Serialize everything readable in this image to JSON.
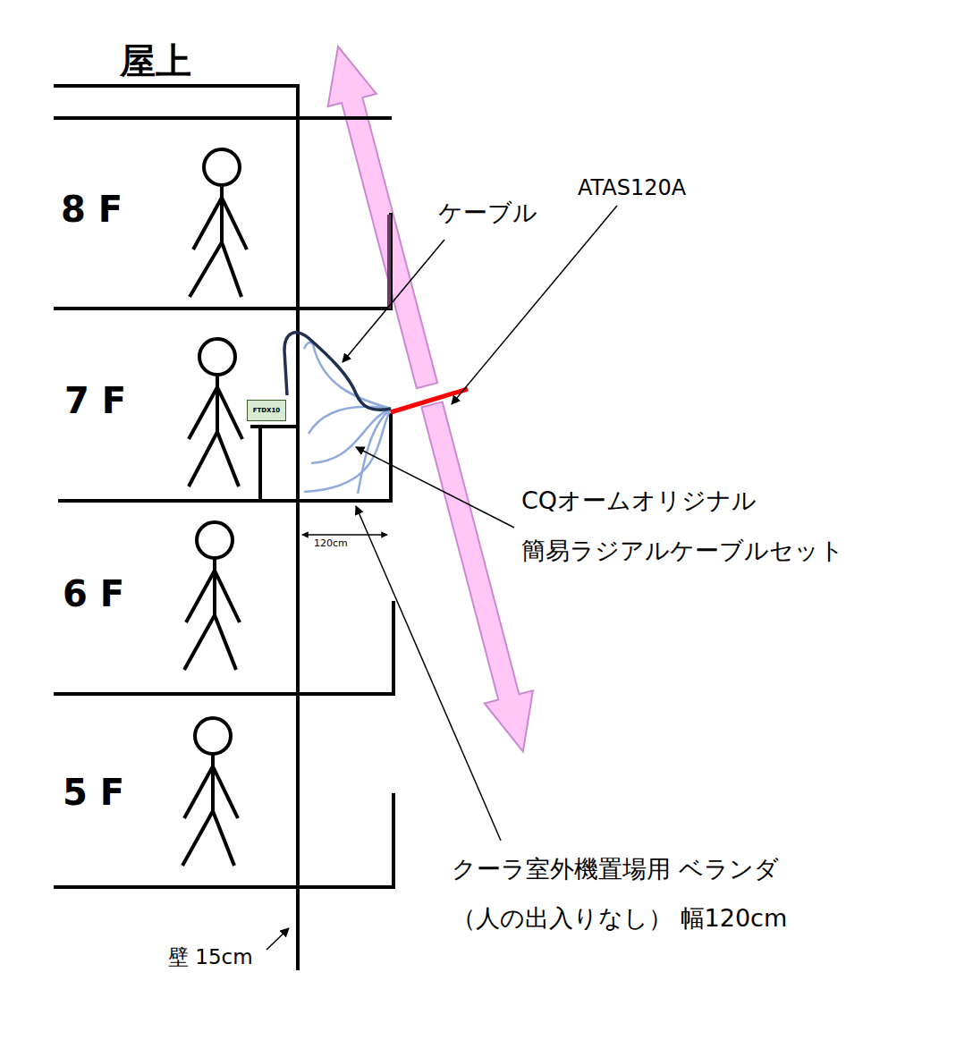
{
  "diagram": {
    "nodes": [
      {
        "text": [
          "FTDX10"
        ]
      }
    ],
    "labels": [
      "屋上",
      "8 F",
      "7 F",
      "6 F",
      "5 F",
      "ケーブル",
      "ATAS120A",
      "CQオームオリジナル 簡易ラジアルケーブルセット",
      "120cm",
      "クーラ室外機置場用 ベランダ（人の出入りなし） 幅120cm",
      "壁 15cm"
    ]
  }
}
